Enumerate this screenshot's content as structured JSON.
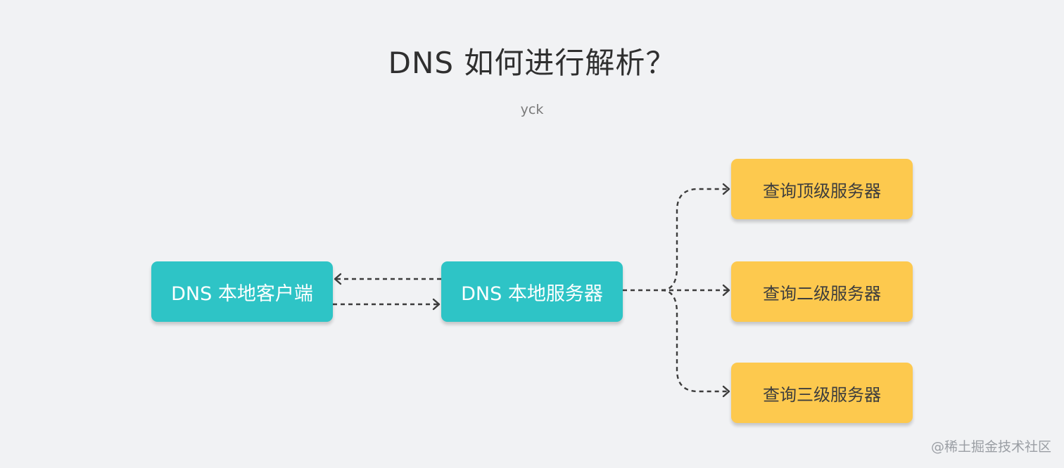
{
  "diagram": {
    "title": "DNS 如何进行解析？",
    "subtitle": "yck",
    "nodes": {
      "client": "DNS 本地客户端",
      "local_server": "DNS 本地服务器",
      "top_level": "查询顶级服务器",
      "second_level": "查询二级服务器",
      "third_level": "查询三级服务器"
    },
    "colors": {
      "background": "#f1f2f4",
      "teal": "#2ec4c6",
      "yellow": "#fdc94e",
      "edge": "#3c3c3c"
    }
  },
  "watermark": "@稀土掘金技术社区"
}
